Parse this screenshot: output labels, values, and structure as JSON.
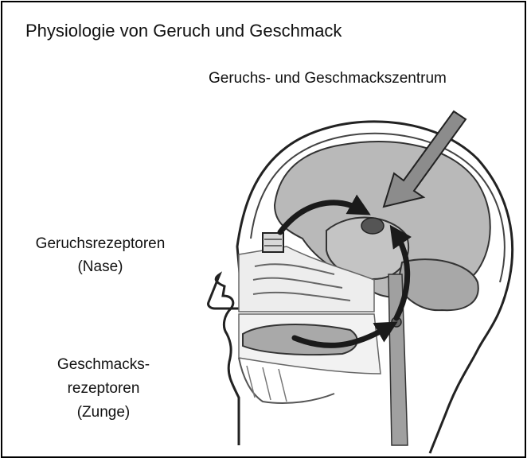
{
  "title": "Physiologie von Geruch und Geschmack",
  "labels": {
    "center": "Geruchs- und Geschmackszentrum",
    "olfactory_line1": "Geruchsrezeptoren",
    "olfactory_line2": "(Nase)",
    "gustatory_line1": "Geschmacks-",
    "gustatory_line2": "rezeptoren",
    "gustatory_line3": "(Zunge)"
  },
  "colors": {
    "brain": "#b9b9b9",
    "cerebellum": "#a8a8a8",
    "center_spot": "#555555",
    "arrow": "#1a1a1a",
    "pointer_arrow": "#8c8c8c"
  }
}
